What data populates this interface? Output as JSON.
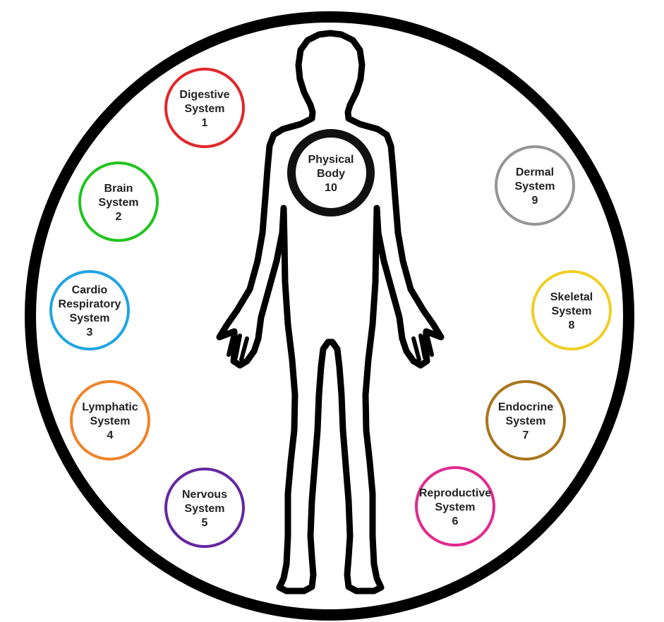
{
  "diagram": {
    "outline_color": "#000000",
    "systems": [
      {
        "lines": [
          "Digestive",
          "System",
          "1"
        ],
        "color": "#e2262a"
      },
      {
        "lines": [
          "Brain",
          "System",
          "2"
        ],
        "color": "#21c41f"
      },
      {
        "lines": [
          "Cardio",
          "Respiratory",
          "System",
          "3"
        ],
        "color": "#1fa5e2"
      },
      {
        "lines": [
          "Lymphatic",
          "System",
          "4"
        ],
        "color": "#ef8429"
      },
      {
        "lines": [
          "Nervous",
          "System",
          "5"
        ],
        "color": "#63289e"
      },
      {
        "lines": [
          "Reproductive",
          "System",
          "6"
        ],
        "color": "#df2a8e"
      },
      {
        "lines": [
          "Endocrine",
          "System",
          "7"
        ],
        "color": "#a8761c"
      },
      {
        "lines": [
          "Skeletal",
          "System",
          "8"
        ],
        "color": "#f0cf25"
      },
      {
        "lines": [
          "Dermal",
          "System",
          "9"
        ],
        "color": "#959595"
      },
      {
        "lines": [
          "Physical",
          "Body",
          "10"
        ],
        "color": "#111111"
      }
    ]
  }
}
